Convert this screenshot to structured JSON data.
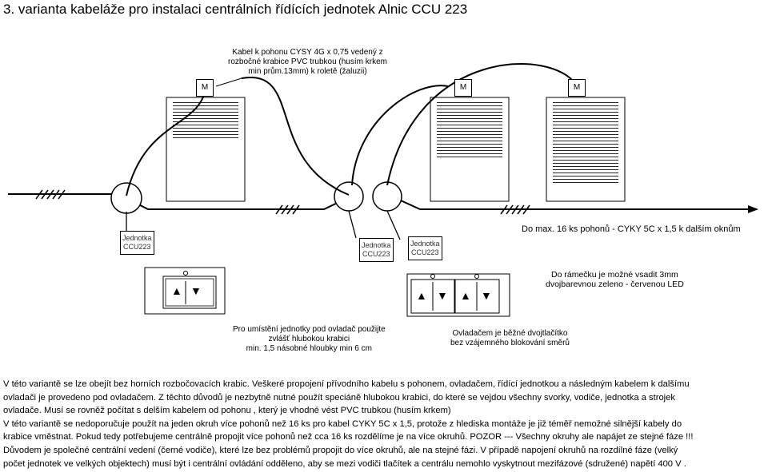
{
  "title": "3. varianta kabeláže pro instalaci centrálních řídících jednotek Alnic CCU 223",
  "cable_note": [
    "Kabel k pohonu CYSY 4G x 0,75 vedený z",
    "rozbočné  krabice PVC trubkou (husím krkem",
    "min prům.13mm) k roletě (žaluzii)"
  ],
  "motor_label": "M",
  "max_note": "Do max. 16 ks pohonů - CYKY 5C x 1,5 k dalším oknům",
  "unit_label": [
    "Jednotka",
    "CCU223"
  ],
  "led_note": [
    "Do rámečku je možné vsadit 3mm",
    "dvojbarevnou zeleno - červenou  LED"
  ],
  "box_note": [
    "Pro umístění jednotky pod ovladač použijte",
    "zvlášť hlubokou krabici",
    "min. 1,5 násobné hloubky min 6 cm"
  ],
  "switch_note": [
    "Ovladačem je běžné dvojtlačítko",
    "bez vzájemného blokování směrů"
  ],
  "arrow_up": "▲",
  "arrow_down": "▼",
  "paragraph": [
    "V této variantě se lze obejít bez horních rozbočovacích krabic. Veškeré propojení přívodního kabelu s pohonem, ovladačem, řídící jednotkou a následným kabelem k dalšímu",
    "ovladači je provedeno pod ovladačem. Z těchto důvodů je nezbytně nutné použít speciáně hlubokou krabici, do které se vejdou všechny svorky, vodiče, jednotka a strojek",
    "ovladače. Musí se rovněž počítat s delším kabelem od pohonu , který je vhodné vést PVC trubkou (husím krkem)",
    "V této variantě se nedoporučuje použít na jeden okruh více pohonů než 16 ks pro kabel CYKY 5C x 1,5,  protože z hlediska montáže je již téměř nemožné silnější kabely do",
    "krabice vměstnat. Pokud tedy potřebujeme centrálně propojit více pohonů než cca 16 ks rozdělíme je na více okruhů. POZOR ---  Všechny okruhy ale napájet ze stejné fáze !!!",
    "Důvodem je společné centrální vedení (černé vodiče), které lze bez problémů propojit do více okruhů, ale na stejné fázi. V případě napojení okruhů na rozdílné fáze (velký",
    "počet jednotek ve velkých objektech)  musí být i centrální ovládání odděleno, aby se mezi vodiči tlačítek a centrálu nemohlo vyskytnout mezifázové (sdružené) napětí 400 V ."
  ]
}
